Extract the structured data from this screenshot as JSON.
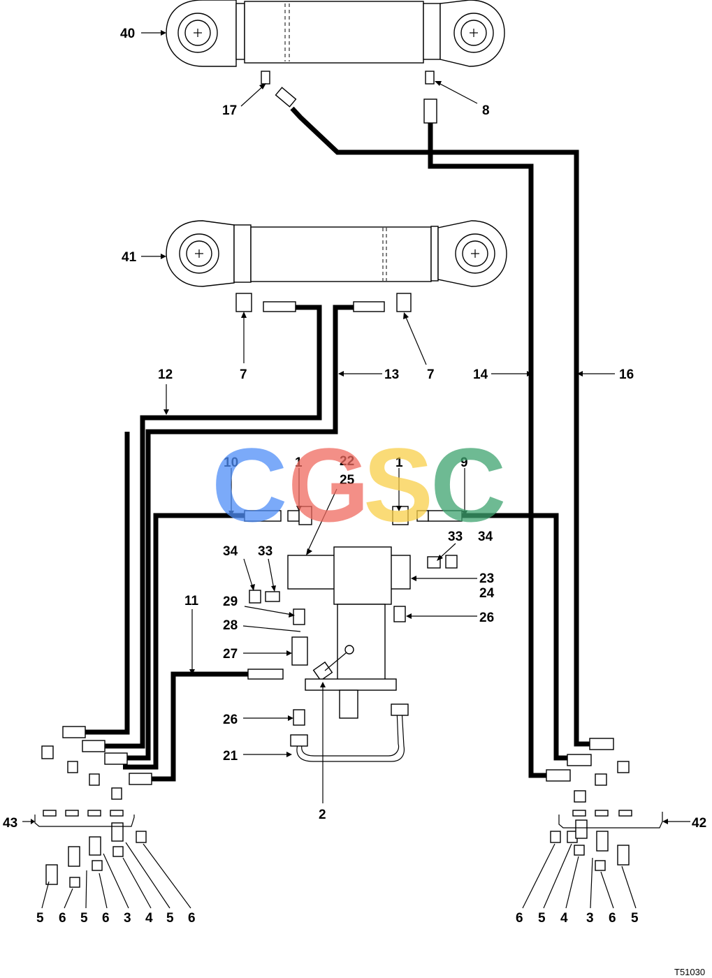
{
  "callouts": {
    "c40": "40",
    "c41": "41",
    "c17": "17",
    "c8": "8",
    "c7a": "7",
    "c7b": "7",
    "c12": "12",
    "c13": "13",
    "c14": "14",
    "c16": "16",
    "c10": "10",
    "c1a": "1",
    "c22": "22",
    "c25": "25",
    "c1b": "1",
    "c9": "9",
    "c33a": "33",
    "c34a": "34",
    "c34b": "34",
    "c33b": "33",
    "c23": "23",
    "c24": "24",
    "c29": "29",
    "c26a": "26",
    "c11": "11",
    "c28": "28",
    "c27": "27",
    "c26b": "26",
    "c21": "21",
    "c2": "2",
    "c43": "43",
    "c42": "42",
    "bl1": "5",
    "bl2": "6",
    "bl3": "5",
    "bl4": "6",
    "bl5": "3",
    "bl6": "4",
    "bl7": "5",
    "bl8": "6",
    "br1": "6",
    "br2": "5",
    "br3": "4",
    "br4": "3",
    "br5": "6",
    "br6": "5"
  },
  "figure_id": "T51030",
  "watermark": {
    "text": "CGSC",
    "colors": [
      "#4f8ef7",
      "#ef6a5f",
      "#f9cf4a",
      "#3ea36f"
    ]
  }
}
